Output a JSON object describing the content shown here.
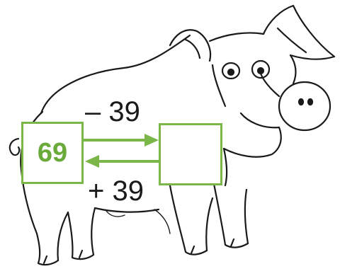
{
  "puzzle": {
    "start_value": "69",
    "top_operation": "– 39",
    "bottom_operation": "+ 39",
    "result_value": ""
  },
  "colors": {
    "accent_green": "#7ab648",
    "number_green": "#6aaa3a",
    "outline": "#1a1a1a"
  },
  "icons": {
    "illustration": "pig-illustration-icon",
    "forward_arrow": "arrow-right-icon",
    "back_arrow": "arrow-left-icon"
  }
}
